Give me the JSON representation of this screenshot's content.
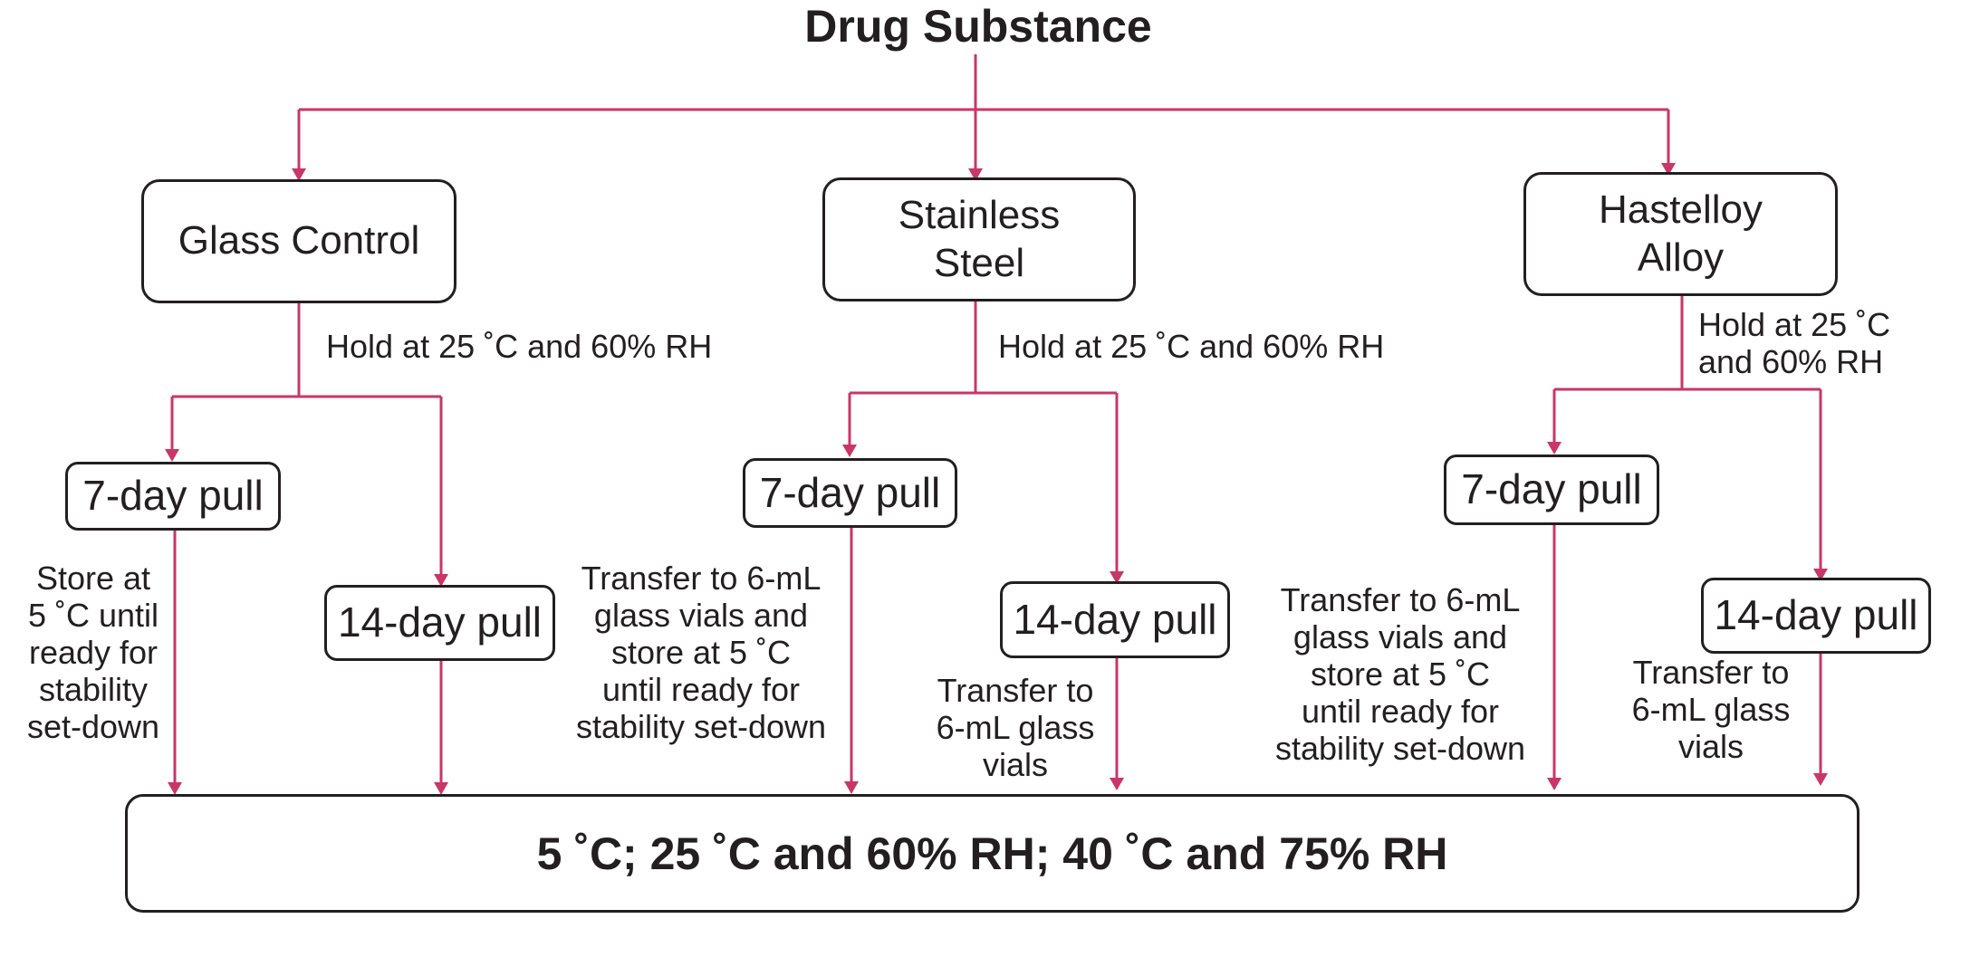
{
  "title": "Drug Substance",
  "materials": {
    "glass": "Glass Control",
    "steel_line1": "Stainless",
    "steel_line2": "Steel",
    "hast_line1": "Hastelloy",
    "hast_line2": "Alloy"
  },
  "hold": {
    "glass": "Hold at 25 ˚C and 60% RH",
    "steel": "Hold at 25 ˚C and 60% RH",
    "hast_line1": "Hold at 25 ˚C",
    "hast_line2": "and 60% RH"
  },
  "pulls": {
    "seven": "7-day pull",
    "fourteen": "14-day pull"
  },
  "notes": {
    "store": [
      "Store at",
      "5 ˚C until",
      "ready for",
      "stability",
      "set-down"
    ],
    "transfer_store": [
      "Transfer to 6-mL",
      "glass vials and",
      "store at 5 ˚C",
      "until ready for",
      "stability set-down"
    ],
    "transfer": [
      "Transfer to",
      "6-mL glass",
      "vials"
    ]
  },
  "final": "5 ˚C; 25 ˚C and 60% RH; 40 ˚C and 75% RH",
  "colors": {
    "connector": "#c8366a",
    "border": "#231f20"
  }
}
